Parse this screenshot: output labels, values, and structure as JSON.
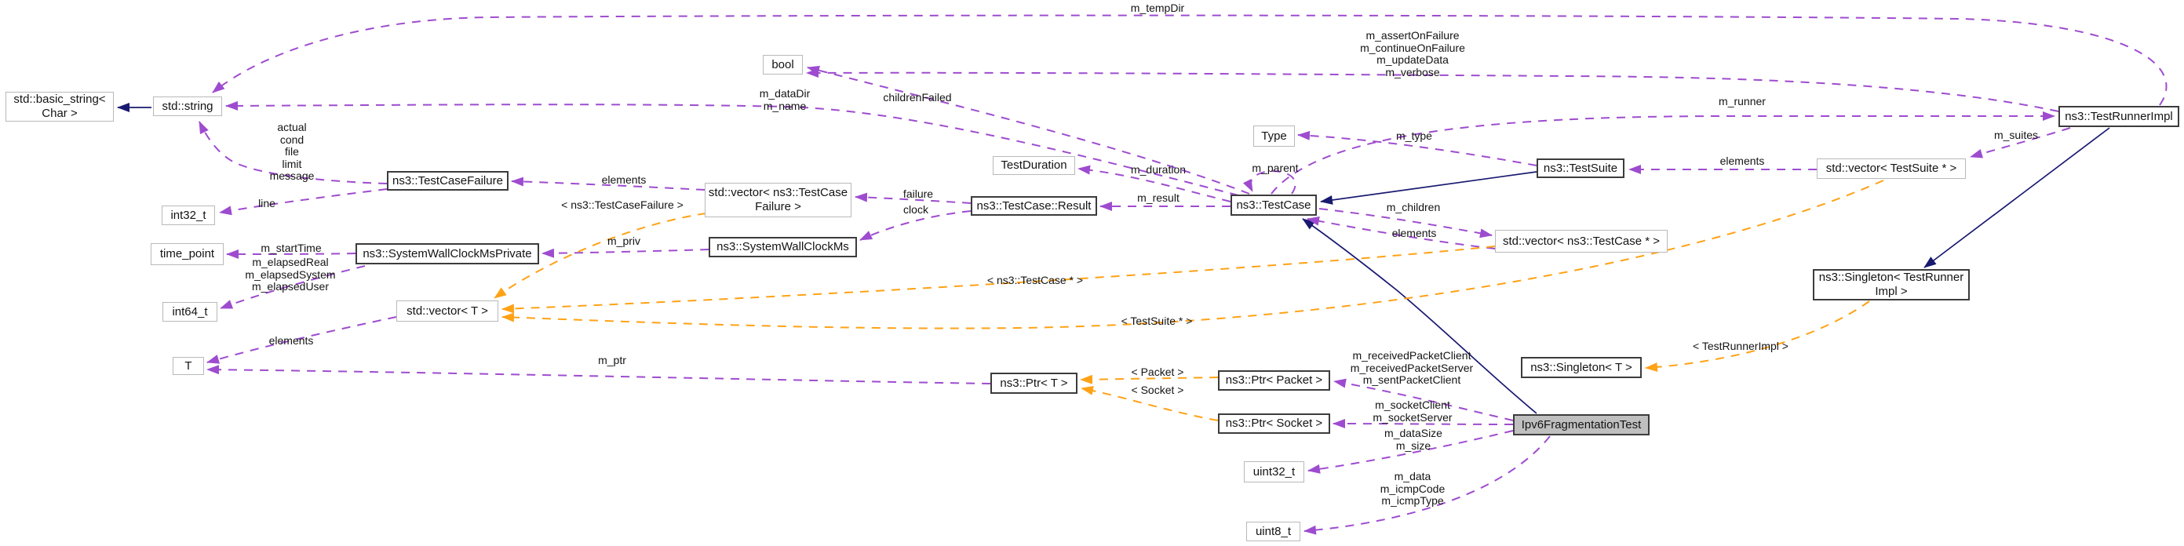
{
  "diagram": {
    "colors": {
      "usage_edge": "#9e4ccf",
      "template_edge": "#ffa216",
      "inheritance_edge": "#191970",
      "focus_node_bg": "#bfbfbf",
      "plain_node_border": "#b9b9b9",
      "link_node_border": "#3c3c3c"
    },
    "nodes": {
      "basic_string": {
        "label": "std::basic_string<\nChar >",
        "kind": "plain"
      },
      "std_string": {
        "label": "std::string",
        "kind": "plain"
      },
      "bool_type": {
        "label": "bool",
        "kind": "plain"
      },
      "int32_type": {
        "label": "int32_t",
        "kind": "plain"
      },
      "test_case_failure": {
        "label": "ns3::TestCaseFailure",
        "kind": "link"
      },
      "time_point": {
        "label": "time_point",
        "kind": "plain"
      },
      "swcm_private": {
        "label": "ns3::SystemWallClockMsPrivate",
        "kind": "link"
      },
      "int64_type": {
        "label": "int64_t",
        "kind": "plain"
      },
      "vector_t": {
        "label": "std::vector< T >",
        "kind": "plain"
      },
      "t_param": {
        "label": "T",
        "kind": "plain"
      },
      "vector_tcf": {
        "label": "std::vector< ns3::TestCase\nFailure >",
        "kind": "plain"
      },
      "swcm": {
        "label": "ns3::SystemWallClockMs",
        "kind": "link"
      },
      "test_duration": {
        "label": "TestDuration",
        "kind": "plain"
      },
      "result": {
        "label": "ns3::TestCase::Result",
        "kind": "link"
      },
      "test_case": {
        "label": "ns3::TestCase",
        "kind": "link"
      },
      "type": {
        "label": "Type",
        "kind": "plain"
      },
      "test_suite": {
        "label": "ns3::TestSuite",
        "kind": "link"
      },
      "vector_testcase_ptr": {
        "label": "std::vector< ns3::TestCase * >",
        "kind": "plain"
      },
      "vector_testsuite_ptr": {
        "label": "std::vector< TestSuite * >",
        "kind": "plain"
      },
      "test_runner_impl": {
        "label": "ns3::TestRunnerImpl",
        "kind": "link"
      },
      "singleton_tri": {
        "label": "ns3::Singleton< TestRunner\nImpl >",
        "kind": "link"
      },
      "singleton_t": {
        "label": "ns3::Singleton< T >",
        "kind": "link"
      },
      "ptr_t": {
        "label": "ns3::Ptr< T >",
        "kind": "link"
      },
      "ptr_packet": {
        "label": "ns3::Ptr< Packet >",
        "kind": "link"
      },
      "ptr_socket": {
        "label": "ns3::Ptr< Socket >",
        "kind": "link"
      },
      "ipv6_fragmentation_test": {
        "label": "Ipv6FragmentationTest",
        "kind": "focus"
      },
      "uint32_type": {
        "label": "uint32_t",
        "kind": "plain"
      },
      "uint8_type": {
        "label": "uint8_t",
        "kind": "plain"
      }
    },
    "edges": {
      "inherit_string": {
        "from": "std_string",
        "to": "basic_string",
        "kind": "inheritance",
        "label": ""
      },
      "inherit_testsuite": {
        "from": "test_suite",
        "to": "test_case",
        "kind": "inheritance",
        "label": ""
      },
      "inherit_ipv6": {
        "from": "ipv6_fragmentation_test",
        "to": "test_case",
        "kind": "inheritance",
        "label": ""
      },
      "inherit_testrunner": {
        "from": "test_runner_impl",
        "to": "singleton_tri",
        "kind": "inheritance",
        "label": ""
      },
      "u_tempdir": {
        "from": "test_runner_impl",
        "to": "std_string",
        "kind": "usage",
        "label": "m_tempDir"
      },
      "u_bool_runner": {
        "from": "test_runner_impl",
        "to": "bool_type",
        "kind": "usage",
        "label": "m_assertOnFailure\nm_continueOnFailure\nm_updateData\nm_verbose"
      },
      "u_children_failed": {
        "from": "test_case",
        "to": "bool_type",
        "kind": "usage",
        "label": "childrenFailed"
      },
      "u_datadir": {
        "from": "test_case",
        "to": "std_string",
        "kind": "usage",
        "label": "m_dataDir\nm_name"
      },
      "u_runner": {
        "from": "test_case",
        "to": "test_runner_impl",
        "kind": "usage",
        "label": "m_runner"
      },
      "u_failure_fields": {
        "from": "test_case_failure",
        "to": "std_string",
        "kind": "usage",
        "label": "actual\ncond\nfile\nlimit\nmessage"
      },
      "u_line": {
        "from": "test_case_failure",
        "to": "int32_type",
        "kind": "usage",
        "label": "line"
      },
      "u_elements_tcf": {
        "from": "vector_tcf",
        "to": "test_case_failure",
        "kind": "usage",
        "label": "elements"
      },
      "u_failure": {
        "from": "result",
        "to": "vector_tcf",
        "kind": "usage",
        "label": "failure"
      },
      "u_clock": {
        "from": "result",
        "to": "swcm",
        "kind": "usage",
        "label": "clock"
      },
      "u_priv": {
        "from": "swcm",
        "to": "swcm_private",
        "kind": "usage",
        "label": "m_priv"
      },
      "u_start_time": {
        "from": "swcm_private",
        "to": "time_point",
        "kind": "usage",
        "label": "m_startTime"
      },
      "u_elapsed": {
        "from": "swcm_private",
        "to": "int64_type",
        "kind": "usage",
        "label": "m_elapsedReal\nm_elapsedSystem\nm_elapsedUser"
      },
      "u_elements_t": {
        "from": "vector_t",
        "to": "t_param",
        "kind": "usage",
        "label": "elements"
      },
      "u_ptr": {
        "from": "ptr_t",
        "to": "t_param",
        "kind": "usage",
        "label": "m_ptr"
      },
      "u_duration": {
        "from": "test_case",
        "to": "test_duration",
        "kind": "usage",
        "label": "m_duration"
      },
      "u_result": {
        "from": "test_case",
        "to": "result",
        "kind": "usage",
        "label": "m_result"
      },
      "u_parent": {
        "from": "test_case",
        "to": "test_case",
        "kind": "usage",
        "label": "m_parent"
      },
      "u_children": {
        "from": "test_case",
        "to": "vector_testcase_ptr",
        "kind": "usage",
        "label": "m_children"
      },
      "u_elements_tc": {
        "from": "vector_testcase_ptr",
        "to": "test_case",
        "kind": "usage",
        "label": "elements"
      },
      "u_type": {
        "from": "test_suite",
        "to": "type",
        "kind": "usage",
        "label": "m_type"
      },
      "u_elements_ts": {
        "from": "vector_testsuite_ptr",
        "to": "test_suite",
        "kind": "usage",
        "label": "elements"
      },
      "u_suites": {
        "from": "test_runner_impl",
        "to": "vector_testsuite_ptr",
        "kind": "usage",
        "label": "m_suites"
      },
      "u_received": {
        "from": "ipv6_fragmentation_test",
        "to": "ptr_packet",
        "kind": "usage",
        "label": "m_receivedPacketClient\nm_receivedPacketServer\nm_sentPacketClient"
      },
      "u_sockets": {
        "from": "ipv6_fragmentation_test",
        "to": "ptr_socket",
        "kind": "usage",
        "label": "m_socketClient\nm_socketServer"
      },
      "u_datasize": {
        "from": "ipv6_fragmentation_test",
        "to": "uint32_type",
        "kind": "usage",
        "label": "m_dataSize\nm_size"
      },
      "u_icmp": {
        "from": "ipv6_fragmentation_test",
        "to": "uint8_type",
        "kind": "usage",
        "label": "m_data\nm_icmpCode\nm_icmpType"
      },
      "t_tcf": {
        "from": "vector_tcf",
        "to": "vector_t",
        "kind": "template",
        "label": "< ns3::TestCaseFailure >"
      },
      "t_tc": {
        "from": "vector_testcase_ptr",
        "to": "vector_t",
        "kind": "template",
        "label": "< ns3::TestCase * >"
      },
      "t_ts": {
        "from": "vector_testsuite_ptr",
        "to": "vector_t",
        "kind": "template",
        "label": "< TestSuite * >"
      },
      "t_packet": {
        "from": "ptr_packet",
        "to": "ptr_t",
        "kind": "template",
        "label": "< Packet >"
      },
      "t_socket": {
        "from": "ptr_socket",
        "to": "ptr_t",
        "kind": "template",
        "label": "< Socket >"
      },
      "t_tri": {
        "from": "singleton_tri",
        "to": "singleton_t",
        "kind": "template",
        "label": "< TestRunnerImpl >"
      }
    }
  }
}
